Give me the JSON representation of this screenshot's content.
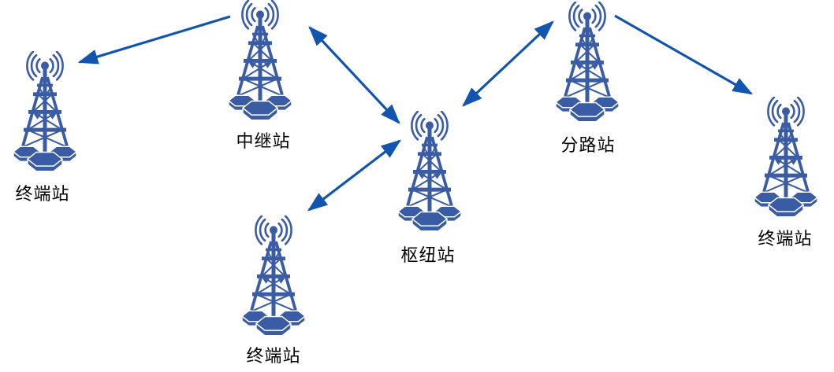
{
  "diagram": {
    "type": "network-topology",
    "language": "zh-CN"
  },
  "colors": {
    "tower_blue": "#3a5ca5",
    "arrow_blue": "#1155b0",
    "label_black": "#000000",
    "background": "#ffffff"
  },
  "stations": [
    {
      "id": "terminal-left",
      "label": "终端站"
    },
    {
      "id": "relay",
      "label": "中继站"
    },
    {
      "id": "terminal-bottom",
      "label": "终端站"
    },
    {
      "id": "hub",
      "label": "枢纽站"
    },
    {
      "id": "branch",
      "label": "分路站"
    },
    {
      "id": "terminal-right",
      "label": "终端站"
    }
  ],
  "links": [
    {
      "from": "relay",
      "to": "terminal-left",
      "direction": "one-way"
    },
    {
      "from": "relay",
      "to": "hub",
      "direction": "two-way"
    },
    {
      "from": "hub",
      "to": "terminal-bottom",
      "direction": "two-way"
    },
    {
      "from": "hub",
      "to": "branch",
      "direction": "two-way"
    },
    {
      "from": "branch",
      "to": "terminal-right",
      "direction": "one-way"
    }
  ]
}
